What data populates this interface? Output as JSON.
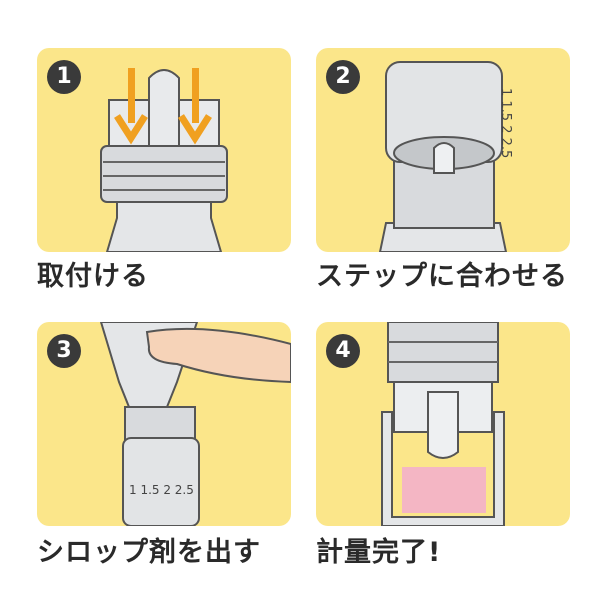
{
  "steps": [
    {
      "number": "1",
      "caption": "取付ける"
    },
    {
      "number": "2",
      "caption": "ステップに合わせる"
    },
    {
      "number": "3",
      "caption": "シロップ剤を出す"
    },
    {
      "number": "4",
      "caption": "計量完了!"
    }
  ],
  "scale_marks": "1 1.5 2 2.5",
  "colors": {
    "panel": "#fbe68a",
    "arrow": "#f0a020",
    "syrup": "#f4b6c4",
    "badge": "#3a3a3a"
  }
}
